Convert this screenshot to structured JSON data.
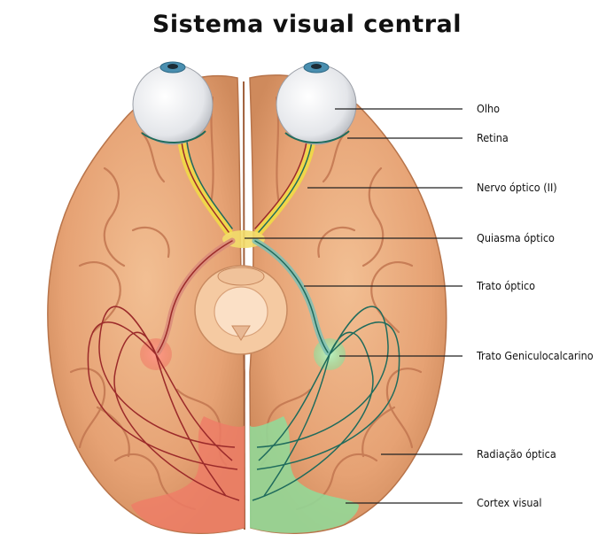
{
  "title": "Sistema visual central",
  "labels": [
    {
      "id": "olho",
      "text": "Olho"
    },
    {
      "id": "retina",
      "text": "Retina"
    },
    {
      "id": "nervo-optico",
      "text": "Nervo óptico (II)"
    },
    {
      "id": "quiasma-optico",
      "text": "Quiasma óptico"
    },
    {
      "id": "trato-optico",
      "text": "Trato óptico"
    },
    {
      "id": "trato-geniculocalcarino",
      "text": "Trato Geniculocalcarino"
    },
    {
      "id": "radiacao-optica",
      "text": "Radiação óptica"
    },
    {
      "id": "cortex-visual",
      "text": "Cortex visual"
    }
  ],
  "colors": {
    "brain": "#e9a577",
    "brain_dark": "#c57a4e",
    "optic_nerve": "#f0d64a",
    "left_pathway": "#9b2a2a",
    "right_pathway": "#1f6b5c",
    "left_cortex": "#ef7c66",
    "right_cortex": "#8fdc9a"
  }
}
